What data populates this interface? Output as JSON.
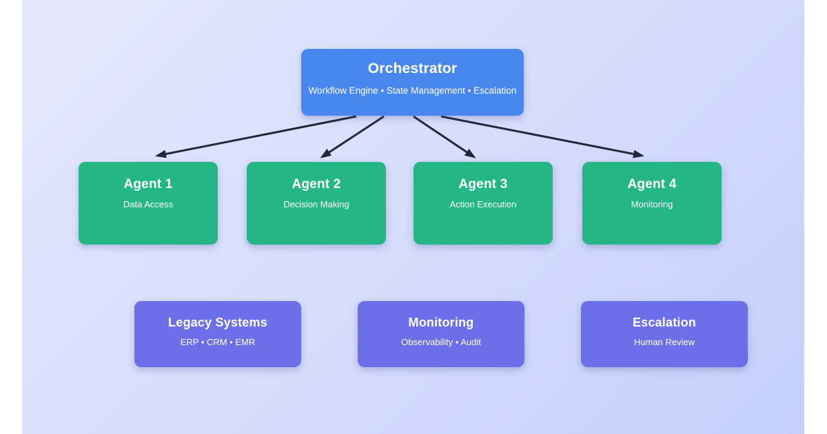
{
  "orchestrator": {
    "title": "Orchestrator",
    "subtitle": "Workflow Engine • State Management • Escalation"
  },
  "agents": [
    {
      "title": "Agent 1",
      "subtitle": "Data Access"
    },
    {
      "title": "Agent 2",
      "subtitle": "Decision Making"
    },
    {
      "title": "Agent 3",
      "subtitle": "Action Execution"
    },
    {
      "title": "Agent 4",
      "subtitle": "Monitoring"
    }
  ],
  "supporting": [
    {
      "title": "Legacy Systems",
      "subtitle": "ERP • CRM • EMR"
    },
    {
      "title": "Monitoring",
      "subtitle": "Observability • Audit"
    },
    {
      "title": "Escalation",
      "subtitle": "Human Review"
    }
  ],
  "colors": {
    "orchestrator_box": "#4887ee",
    "agent_box": "#24b685",
    "supporting_box": "#6d6fe8",
    "arrow": "#1f2937",
    "text": "#ffffff",
    "background_gradient_start": "#e4e8fd",
    "background_gradient_end": "#c5d0fa",
    "page_margin": "#ffffff"
  }
}
